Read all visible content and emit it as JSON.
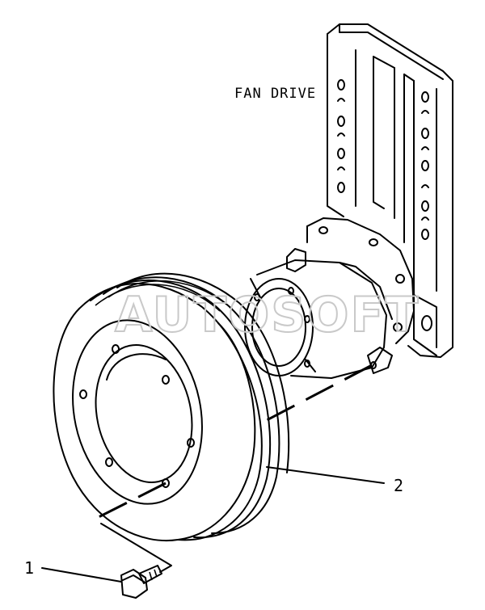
{
  "labels": {
    "fan_drive": "FAN DRIVE",
    "callout_1": "1",
    "callout_2": "2"
  },
  "watermark": "AUTOSOFT",
  "colors": {
    "line": "#000000",
    "background": "#ffffff",
    "watermark": "#c9c9c9"
  }
}
